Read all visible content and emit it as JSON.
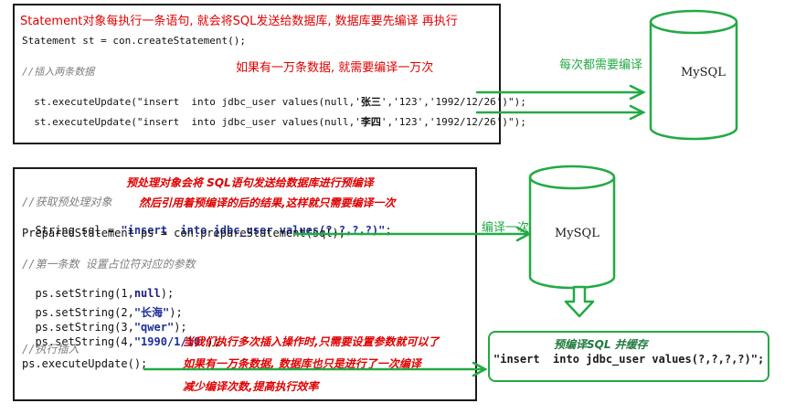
{
  "top": {
    "title": "Statement对象每执行一条语句, 就会将SQL发送给数据库, 数据库要先编译  再执行",
    "create": "Statement st = con.createStatement();",
    "comment": "//插入两条数据",
    "note": "如果有一万条数据, 就需要编译一万次",
    "line1_prefix": "st.executeUpdate(\"insert  into jdbc_user values(null,'",
    "line1_name": "张三",
    "line1_suffix": "','123','1992/12/26')\");",
    "line2_prefix": "st.executeUpdate(\"insert  into jdbc_user values(null,'",
    "line2_name": "李四",
    "line2_suffix": "','123','1992/12/26')\");",
    "arrow_note": "每次都需要编译",
    "db_label": "MySQL"
  },
  "bottom": {
    "note1": "预处理对象会将 SQL语句发送给数据库进行预编译",
    "comment1": "//获取预处理对象",
    "note2": "然后引用着预编译的后的结果,这样就只需要编译一次",
    "sql_prefix": "String sql = ",
    "sql_value": "\"insert  into jdbc_user values(?,?,?,?)\"",
    "sql_end": ";",
    "prepare": "PreparedStatement ps = con.prepareStatement(sql);",
    "comment2": "//第一条数 设置占位符对应的参数",
    "set1_prefix": "ps.setString(1,",
    "set1_value": "null",
    "set1_end": ");",
    "set2_prefix": "ps.setString(2,",
    "set2_value": "\"长海\"",
    "set2_end": ");",
    "set3_prefix": "ps.setString(3,",
    "set3_value": "\"qwer\"",
    "set3_end": ");",
    "set4_prefix": "ps.setString(4,",
    "set4_value": "\"1990/1/10\"",
    "set4_end": ");",
    "comment3": "//执行插入",
    "execute": "ps.executeUpdate();",
    "note3": "当我们执行多次插入操作时,只需要设置参数就可以了",
    "note4": "如果有一万条数据, 数据库也只是进行了一次编译",
    "note5": "减少编译次数,提高执行效率",
    "arrow_note": "编译一次",
    "db_label": "MySQL",
    "cache_title": "预编译SQL 并缓存",
    "cache_sql": "\"insert  into jdbc_user values(?,?,?,?)\";"
  },
  "colors": {
    "annotation_red": "#e00000",
    "arrow_green": "#22aa44",
    "string_blue": "#1f2f9a",
    "comment_gray": "#7f7f7f"
  }
}
